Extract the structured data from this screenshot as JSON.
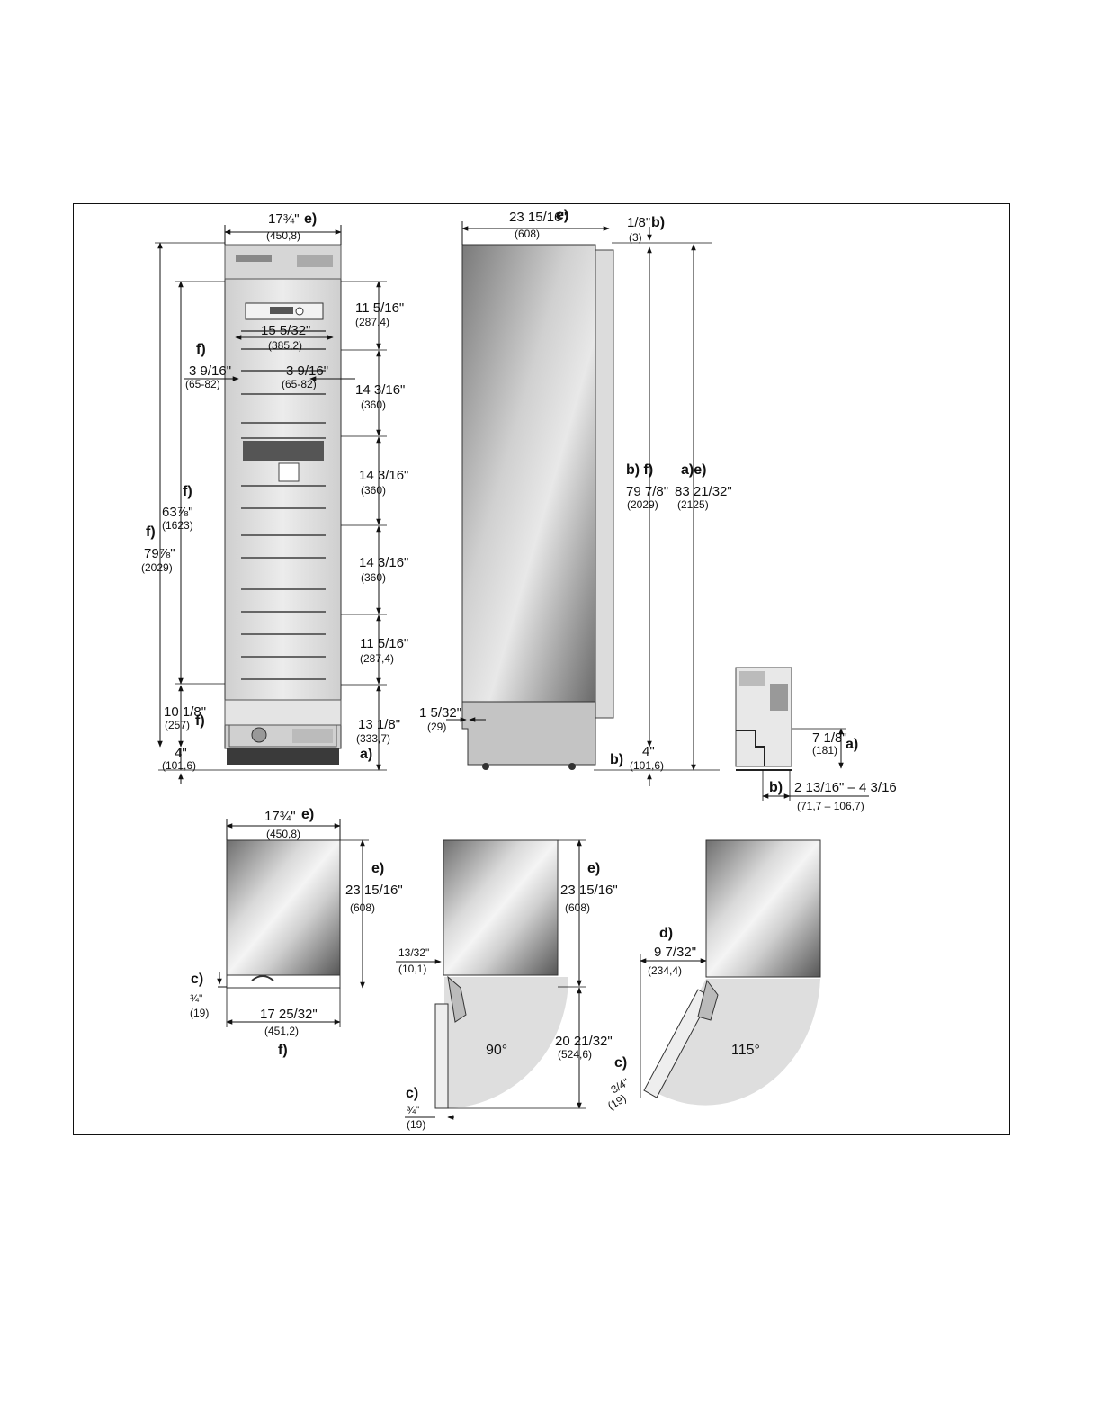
{
  "front_view": {
    "width_in": "17¾\"",
    "width_mm": "(450,8)",
    "width_tag": "e)",
    "niche_height_in": "79⅞\"",
    "niche_height_mm": "(2029)",
    "niche_height_tag": "f)",
    "interior_height_in": "63⅞\"",
    "interior_height_mm": "(1623)",
    "interior_height_tag": "f)",
    "inner_width_in": "15 5/32\"",
    "inner_width_mm": "(385,2)",
    "side_gap_tag": "f)",
    "side_gap_left_in": "3 9/16\"",
    "side_gap_left_mm": "(65-82)",
    "side_gap_right_in": "3 9/16\"",
    "side_gap_right_mm": "(65-82)",
    "shelf_1_in": "11 5/16\"",
    "shelf_1_mm": "(287,4)",
    "shelf_2_in": "14 3/16\"",
    "shelf_2_mm": "(360)",
    "shelf_3_in": "14 3/16\"",
    "shelf_3_mm": "(360)",
    "shelf_4_in": "14 3/16\"",
    "shelf_4_mm": "(360)",
    "shelf_5_in": "11 5/16\"",
    "shelf_5_mm": "(287,4)",
    "base_in": "13 1/8\"",
    "base_mm": "(333,7)",
    "lower_in": "10 1/8\"",
    "lower_mm": "(257)",
    "lower_tag": "f)",
    "plinth_in": "4\"",
    "plinth_mm": "(101,6)",
    "plinth_tag": "a)"
  },
  "side_view": {
    "depth_in": "23 15/16\"",
    "depth_mm": "(608)",
    "depth_tag": "e)",
    "top_gap_in": "1/8\"",
    "top_gap_mm": "(3)",
    "top_gap_tag": "b)",
    "niche_tags": "b) f)",
    "niche_in": "79 7/8\"",
    "niche_mm": "(2029)",
    "total_tags": "a)e)",
    "total_in": "83 21/32\"",
    "total_mm": "(2125)",
    "toe_in": "1 5/32\"",
    "toe_mm": "(29)",
    "plinth_tag": "b)",
    "plinth_in": "4\"",
    "plinth_mm": "(101,6)"
  },
  "detail": {
    "height_in": "7 1/8\"",
    "height_mm": "(181)",
    "height_tag": "a)",
    "range_tag": "b)",
    "range_in": "2 13/16\" – 4 3/16",
    "range_mm": "(71,7 – 106,7)"
  },
  "top_view_closed": {
    "width_in": "17¾\"",
    "width_mm": "(450,8)",
    "width_tag": "e)",
    "depth_tag": "e)",
    "depth_in": "23 15/16\"",
    "depth_mm": "(608)",
    "panel_tag": "c)",
    "panel_in": "¾\"",
    "panel_mm": "(19)",
    "bottom_width_in": "17 25/32\"",
    "bottom_width_mm": "(451,2)",
    "bottom_width_tag": "f)"
  },
  "top_view_90": {
    "depth_tag": "e)",
    "depth_in": "23 15/16\"",
    "depth_mm": "(608)",
    "offset_in": "13/32\"",
    "offset_mm": "(10,1)",
    "swing_in": "20 21/32\"",
    "swing_mm": "(524,6)",
    "angle": "90°",
    "panel_tag": "c)",
    "panel_in": "¾\"",
    "panel_mm": "(19)"
  },
  "top_view_115": {
    "clear_tag": "d)",
    "clear_in": "9 7/32\"",
    "clear_mm": "(234,4)",
    "angle": "115°",
    "panel_tag": "c)",
    "panel_in": "3/4\"",
    "panel_mm": "(19)"
  }
}
